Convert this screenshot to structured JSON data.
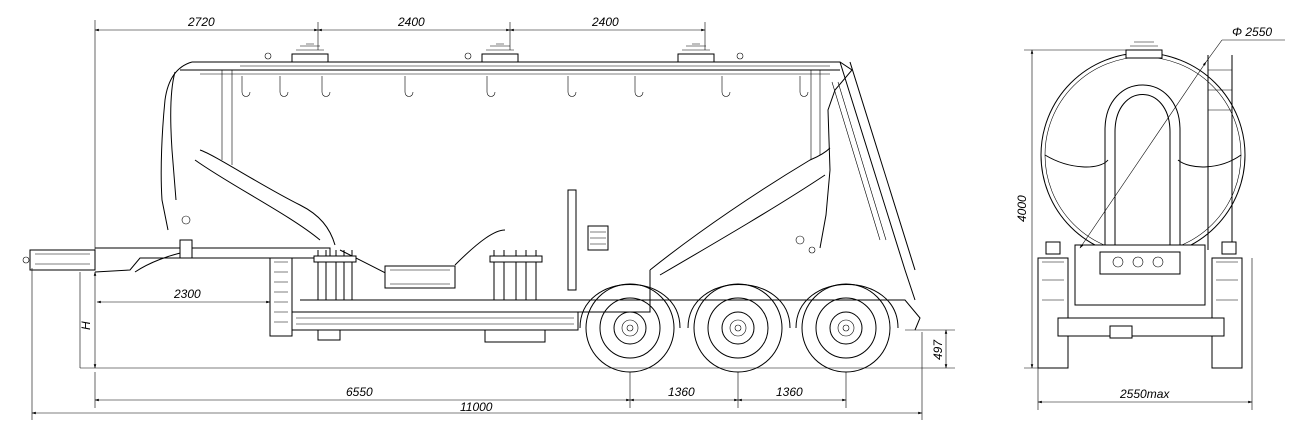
{
  "drawing": {
    "side_view": {
      "dims_top": [
        "2720",
        "2400",
        "2400"
      ],
      "dim_kingpin_height": "2300",
      "dim_h_label": "H",
      "dim_ground_clearance": "497",
      "dim_wheelbase": "6550",
      "dim_axle_spacing_1": "1360",
      "dim_axle_spacing_2": "1360",
      "dim_overall_length": "11000"
    },
    "rear_view": {
      "dim_tank_diameter": "Φ 2550",
      "dim_height": "4000",
      "dim_width": "2550max"
    }
  }
}
